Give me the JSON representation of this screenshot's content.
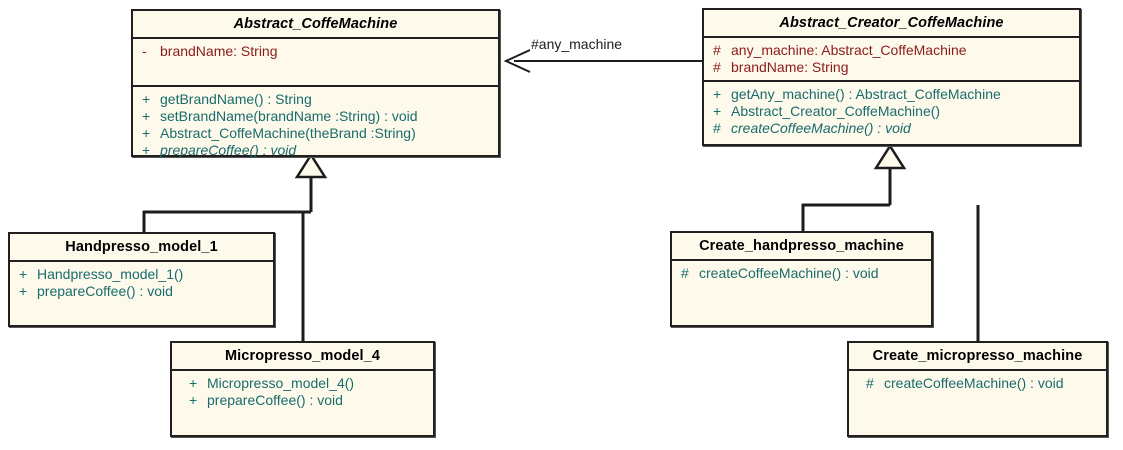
{
  "diagram": {
    "title": "Abstract Factory - Coffee Machine UML Class Diagram",
    "colors": {
      "box_fill": "#fdfaec",
      "box_border": "#231f20",
      "attribute_text": "#8b1a1a",
      "method_text": "#1a6b6b",
      "title_text": "#000000",
      "edge": "#1c1c1c",
      "background": "#ffffff"
    }
  },
  "classes": {
    "abstract_coffemachine": {
      "name": "Abstract_CoffeMachine",
      "abstract": true,
      "attributes": [
        {
          "visibility": "-",
          "text": "brandName:  String"
        }
      ],
      "methods": [
        {
          "visibility": "+",
          "text": "getBrandName() : String",
          "abstract": false
        },
        {
          "visibility": "+",
          "text": "setBrandName(brandName :String) : void",
          "abstract": false
        },
        {
          "visibility": "+",
          "text": "Abstract_CoffeMachine(theBrand :String)",
          "abstract": false
        },
        {
          "visibility": "+",
          "text": "prepareCoffee() : void",
          "abstract": true
        }
      ]
    },
    "abstract_creator_coffemachine": {
      "name": "Abstract_Creator_CoffeMachine",
      "abstract": true,
      "attributes": [
        {
          "visibility": "#",
          "text": "any_machine:  Abstract_CoffeMachine"
        },
        {
          "visibility": "#",
          "text": "brandName:  String"
        }
      ],
      "methods": [
        {
          "visibility": "+",
          "text": "getAny_machine() : Abstract_CoffeMachine",
          "abstract": false
        },
        {
          "visibility": "+",
          "text": "Abstract_Creator_CoffeMachine()",
          "abstract": false
        },
        {
          "visibility": "#",
          "text": "createCoffeeMachine() : void",
          "abstract": true
        }
      ]
    },
    "handpresso_model_1": {
      "name": "Handpresso_model_1",
      "abstract": false,
      "attributes": [],
      "methods": [
        {
          "visibility": "+",
          "text": "Handpresso_model_1()",
          "abstract": false
        },
        {
          "visibility": "+",
          "text": "prepareCoffee() : void",
          "abstract": false
        }
      ]
    },
    "micropresso_model_4": {
      "name": "Micropresso_model_4",
      "abstract": false,
      "attributes": [],
      "methods": [
        {
          "visibility": "+",
          "text": "Micropresso_model_4()",
          "abstract": false
        },
        {
          "visibility": "+",
          "text": "prepareCoffee() : void",
          "abstract": false
        }
      ]
    },
    "create_handpresso_machine": {
      "name": "Create_handpresso_machine",
      "abstract": false,
      "attributes": [],
      "methods": [
        {
          "visibility": "#",
          "text": "createCoffeeMachine() : void",
          "abstract": false
        }
      ]
    },
    "create_micropresso_machine": {
      "name": "Create_micropresso_machine",
      "abstract": false,
      "attributes": [],
      "methods": [
        {
          "visibility": "#",
          "text": "createCoffeeMachine() : void",
          "abstract": false
        }
      ]
    }
  },
  "relationships": {
    "association": {
      "label": "#any_machine",
      "from": "Abstract_Creator_CoffeMachine",
      "to": "Abstract_CoffeMachine",
      "kind": "directed-association"
    },
    "generalizations": [
      {
        "child": "Handpresso_model_1",
        "parent": "Abstract_CoffeMachine"
      },
      {
        "child": "Micropresso_model_4",
        "parent": "Abstract_CoffeMachine"
      },
      {
        "child": "Create_handpresso_machine",
        "parent": "Abstract_Creator_CoffeMachine"
      },
      {
        "child": "Create_micropresso_machine",
        "parent": "Abstract_Creator_CoffeMachine"
      }
    ]
  }
}
